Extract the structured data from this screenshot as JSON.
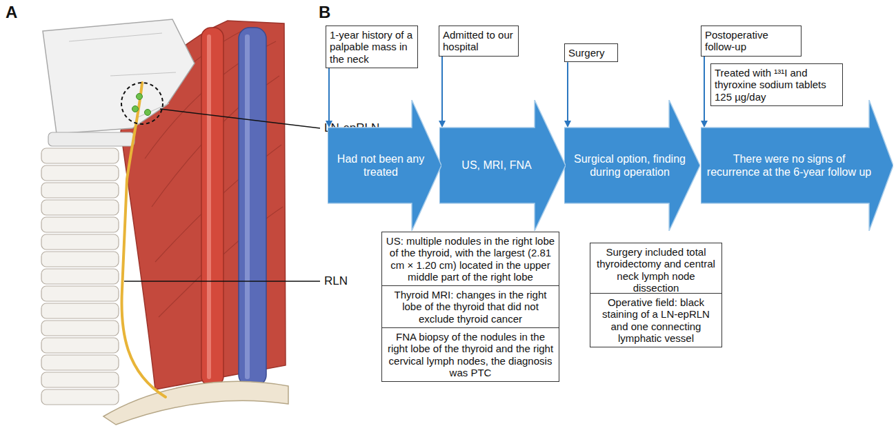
{
  "diagram": {
    "nodes": [
      {
        "text": [
          "1-year history of a palpable mass in the neck"
        ]
      },
      {
        "text": [
          "Admitted to our hospital"
        ]
      },
      {
        "text": [
          "Surgery"
        ]
      },
      {
        "text": [
          "Postoperative follow-up"
        ]
      },
      {
        "text": [
          "Treated with ¹³¹I and thyroxine sodium tablets 125 µg/day"
        ]
      },
      {
        "text": [
          "Had not been any treated"
        ]
      },
      {
        "text": [
          "US, MRI, FNA"
        ]
      },
      {
        "text": [
          "Surgical option, finding during operation"
        ]
      },
      {
        "text": [
          "There were no signs of recurrence at the 6-year follow up"
        ]
      },
      {
        "text": [
          "US: multiple nodules in the right lobe of the thyroid, with the largest (2.81 cm × 1.20 cm) located in the upper middle part of the right lobe"
        ]
      },
      {
        "text": [
          "Thyroid MRI: changes in the right lobe of the thyroid that did not exclude thyroid cancer"
        ]
      },
      {
        "text": [
          "FNA biopsy of the nodules in the right lobe of the thyroid and the right cervical lymph nodes, the diagnosis was PTC"
        ]
      },
      {
        "text": [
          "Surgery included total thyroidectomy and central neck lymph node dissection"
        ]
      },
      {
        "text": [
          "Operative field: black staining of a LN-epRLN and one connecting lymphatic vessel"
        ]
      }
    ],
    "edges": [
      {
        "from": 0,
        "to": 5,
        "arrow": "to"
      },
      {
        "from": 1,
        "to": 6,
        "arrow": "to"
      },
      {
        "from": 2,
        "to": 7,
        "arrow": "to"
      },
      {
        "from": 3,
        "to": 8,
        "arrow": "to"
      }
    ],
    "labels": [
      "A",
      "LN-epRLN",
      "RLN",
      "B"
    ]
  }
}
